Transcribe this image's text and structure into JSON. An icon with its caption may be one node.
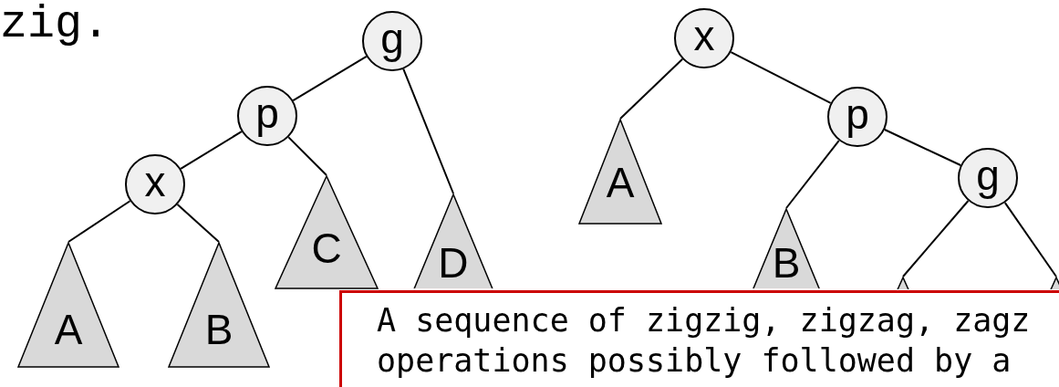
{
  "diagram": {
    "nodes": [
      {
        "text": [
          "g"
        ]
      },
      {
        "text": [
          "p"
        ]
      },
      {
        "text": [
          "x"
        ]
      },
      {
        "text": [
          "A"
        ]
      },
      {
        "text": [
          "B"
        ]
      },
      {
        "text": [
          "C"
        ]
      },
      {
        "text": [
          "D"
        ]
      },
      {
        "text": [
          "x"
        ]
      },
      {
        "text": [
          "p"
        ]
      },
      {
        "text": [
          "g"
        ]
      },
      {
        "text": [
          "A"
        ]
      },
      {
        "text": [
          "B"
        ]
      },
      {
        "text": [],
        "shape": "triangle"
      },
      {
        "text": [],
        "shape": "triangle"
      },
      {
        "text": [
          "A sequence of zigzig, zigzag, zagz operations possibly followed by a"
        ]
      }
    ],
    "edges": [
      {
        "from": 0,
        "to": 1,
        "arrow": "none"
      },
      {
        "from": 0,
        "to": 6,
        "arrow": "none"
      },
      {
        "from": 1,
        "to": 2,
        "arrow": "none"
      },
      {
        "from": 1,
        "to": 5,
        "arrow": "none"
      },
      {
        "from": 2,
        "to": 3,
        "arrow": "none"
      },
      {
        "from": 2,
        "to": 4,
        "arrow": "none"
      },
      {
        "from": 7,
        "to": 10,
        "arrow": "none"
      },
      {
        "from": 7,
        "to": 8,
        "arrow": "none"
      },
      {
        "from": 8,
        "to": 11,
        "arrow": "none"
      },
      {
        "from": 8,
        "to": 9,
        "arrow": "none"
      },
      {
        "from": 9,
        "to": 12,
        "arrow": "none"
      },
      {
        "from": 9,
        "to": 13,
        "arrow": "none"
      }
    ],
    "labels": [
      "zig."
    ]
  }
}
